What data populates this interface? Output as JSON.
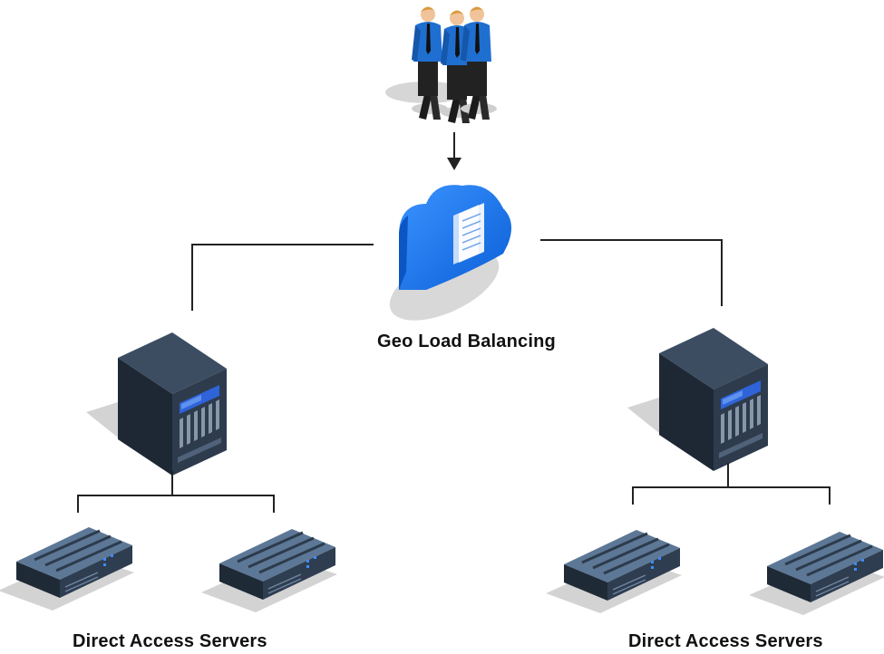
{
  "diagram": {
    "type": "geo-load-balancing-topology",
    "nodes": {
      "users": {
        "icon": "users-group-icon"
      },
      "balancer": {
        "icon": "cloud-documents-icon",
        "label": "Geo Load Balancing"
      },
      "left_nas": {
        "icon": "nas-server-icon"
      },
      "right_nas": {
        "icon": "nas-server-icon"
      },
      "rack_servers": {
        "icon": "rack-server-icon",
        "count": 4
      }
    },
    "groups": {
      "left": {
        "label": "Direct Access Servers"
      },
      "right": {
        "label": "Direct Access Servers"
      }
    },
    "colors": {
      "shirt": "#1f6fd1",
      "cloud": "#1d7cf2",
      "server_dark": "#2b3a4c",
      "rack_blue": "#55708c",
      "connector": "#222222",
      "shadow": "#d3d3d3"
    }
  }
}
